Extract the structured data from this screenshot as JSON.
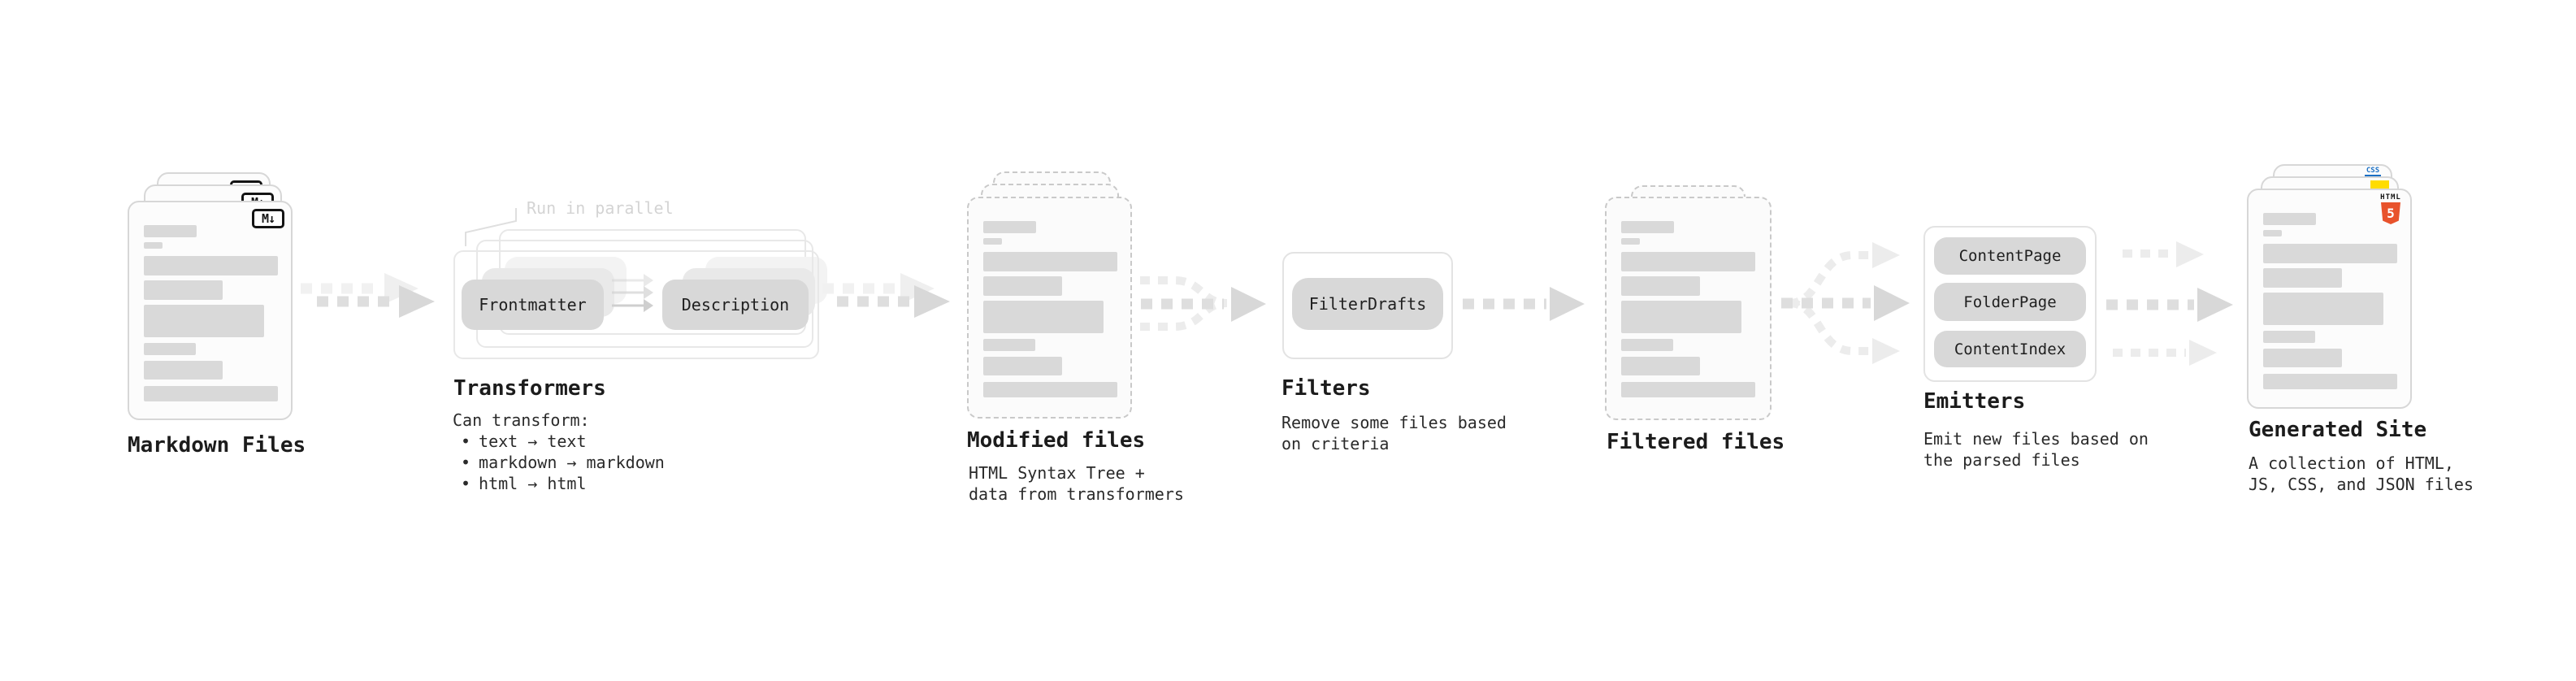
{
  "markdown_files": {
    "label": "Markdown Files",
    "badge": "M↓"
  },
  "transformers": {
    "label": "Transformers",
    "note": "Run in parallel",
    "pill_left": "Frontmatter",
    "pill_right": "Description",
    "desc_title": "Can transform:",
    "bullet": "•",
    "bullets": [
      "text → text",
      "markdown → markdown",
      "html → html"
    ]
  },
  "modified_files": {
    "label": "Modified files",
    "desc1": "HTML Syntax Tree +",
    "desc2": "data from transformers"
  },
  "filters": {
    "label": "Filters",
    "pill": "FilterDrafts",
    "desc1": "Remove some files based",
    "desc2": "on criteria"
  },
  "filtered_files": {
    "label": "Filtered files"
  },
  "emitters": {
    "label": "Emitters",
    "pills": [
      "ContentPage",
      "FolderPage",
      "ContentIndex"
    ],
    "desc1": "Emit new files based on",
    "desc2": "the parsed files"
  },
  "generated_site": {
    "label": "Generated Site",
    "desc1": "A collection of HTML,",
    "desc2": "JS, CSS, and JSON files",
    "css_badge": "CSS",
    "html_badge_label": "HTML",
    "html_badge_number": "5"
  },
  "colors": {
    "html5_orange": "#e8532c",
    "js_yellow": "#ffdc00",
    "css_blue": "#1a6fc4",
    "bar_gray": "#d9d9d9",
    "pill_gray": "#d8d8d8",
    "arrow_gray": "#dedede",
    "text_dark": "#1f1f1f",
    "note_gray": "#d4d4d4"
  },
  "file_card_bars": [
    {
      "w": 65,
      "h": 15,
      "gap": 6
    },
    {
      "w": 23,
      "h": 8,
      "gap": 9
    },
    {
      "w": 165,
      "h": 24,
      "gap": 6
    },
    {
      "w": 97,
      "h": 24,
      "gap": 6
    },
    {
      "w": 148,
      "h": 40,
      "gap": 7
    },
    {
      "w": 64,
      "h": 15,
      "gap": 7
    },
    {
      "w": 97,
      "h": 23,
      "gap": 8
    },
    {
      "w": 165,
      "h": 19,
      "gap": 0
    }
  ]
}
